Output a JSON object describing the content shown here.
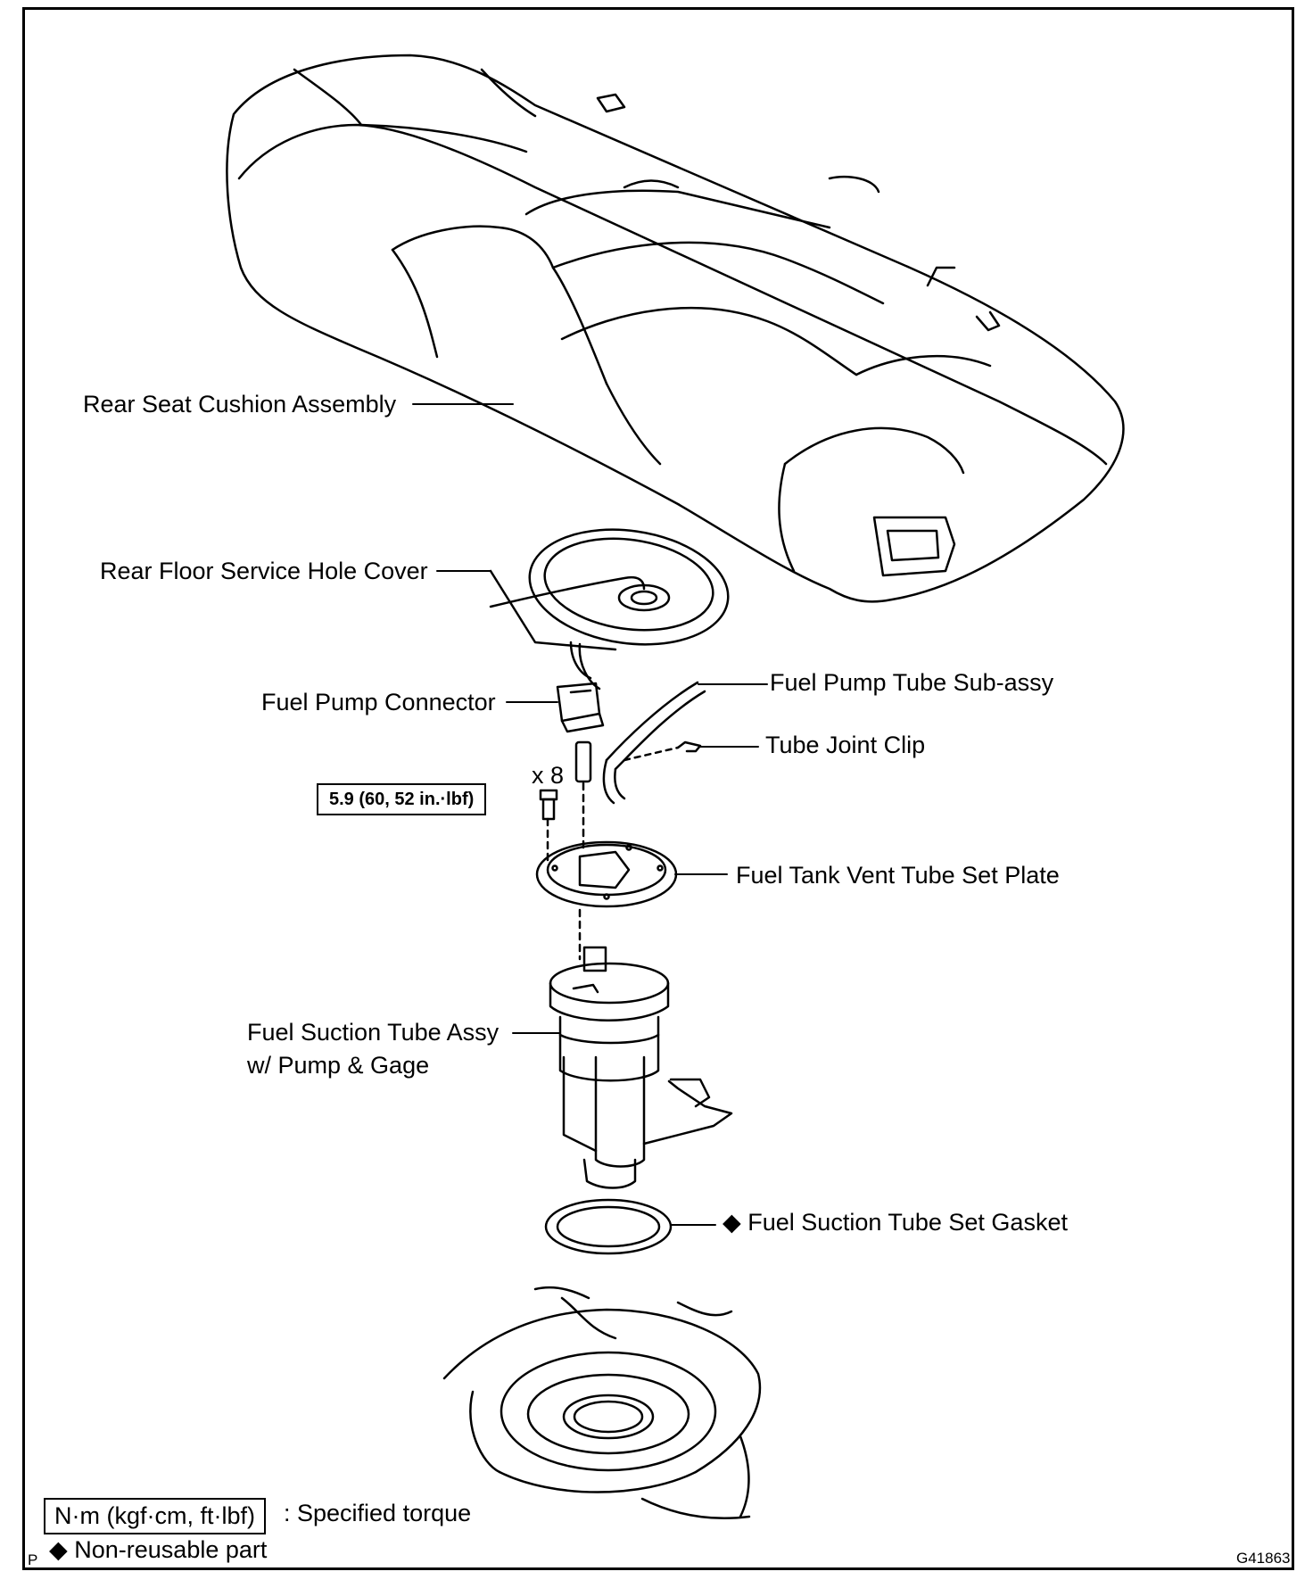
{
  "labels": {
    "seat": "Rear Seat Cushion Assembly",
    "cover": "Rear Floor Service Hole Cover",
    "connector": "Fuel Pump Connector",
    "tube": "Fuel Pump Tube  Sub-assy",
    "clip": "Tube Joint Clip",
    "count": "x 8",
    "torque": "5.9 (60, 52 in.·lbf)",
    "plate": "Fuel Tank Vent Tube Set Plate",
    "suction_line1": "Fuel Suction Tube Assy",
    "suction_line2": "w/ Pump & Gage",
    "gasket": "◆ Fuel Suction Tube Set Gasket"
  },
  "legend": {
    "torque_box": "N·m (kgf·cm, ft·lbf)",
    "torque_text": ": Specified torque",
    "nonreusable": "◆  Non-reusable part"
  },
  "footer": {
    "corner_mark": "P",
    "figure_id": "G41863"
  }
}
